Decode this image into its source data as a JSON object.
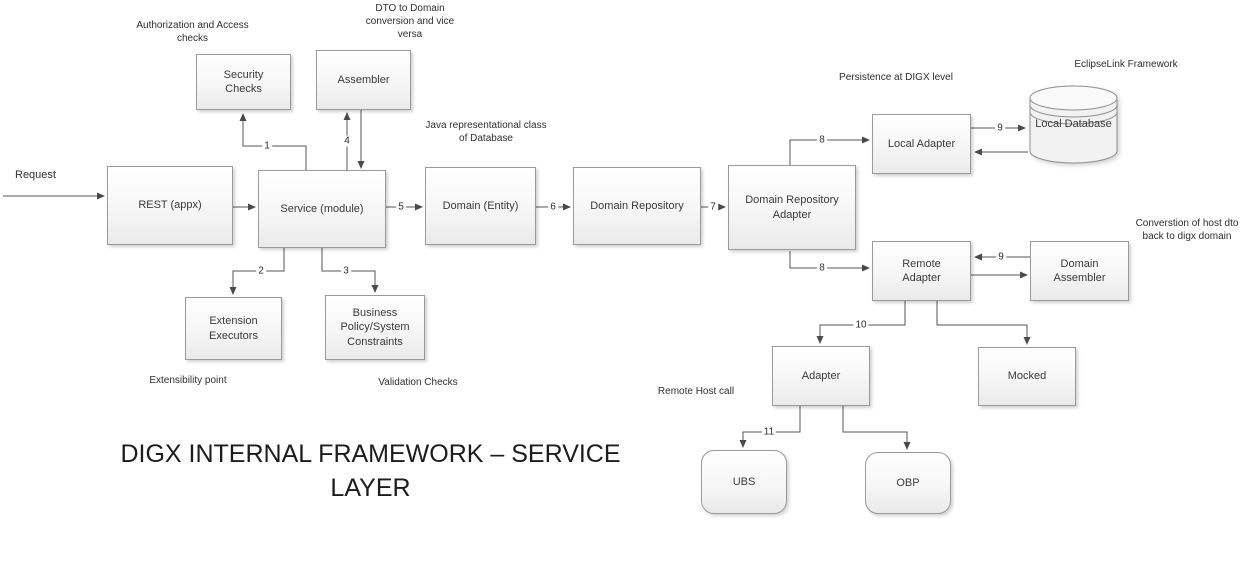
{
  "title": "DIGX INTERNAL FRAMEWORK – SERVICE LAYER",
  "request_label": "Request",
  "nodes": {
    "rest": {
      "label": "REST (appx)"
    },
    "service": {
      "label": "Service (module)"
    },
    "security_checks": {
      "label": "Security Checks"
    },
    "assembler": {
      "label": "Assembler"
    },
    "extension_executors": {
      "label": "Extension Executors"
    },
    "business_policy": {
      "label": "Business Policy/System Constraints"
    },
    "domain_entity": {
      "label": "Domain (Entity)"
    },
    "domain_repository": {
      "label": "Domain Repository"
    },
    "domain_repository_adapter": {
      "label": "Domain Repository Adapter"
    },
    "local_adapter": {
      "label": "Local Adapter"
    },
    "local_database": {
      "label": "Local Database"
    },
    "remote_adapter": {
      "label": "Remote Adapter"
    },
    "domain_assembler": {
      "label": "Domain Assembler"
    },
    "adapter": {
      "label": "Adapter"
    },
    "mocked": {
      "label": "Mocked"
    },
    "ubs": {
      "label": "UBS"
    },
    "obp": {
      "label": "OBP"
    }
  },
  "annotations": {
    "authorization": "Authorization and Access checks",
    "dto_conversion": "DTO to Domain conversion and vice versa",
    "java_representation": "Java representational class of Database",
    "persistence": "Persistence at DIGX level",
    "eclipselink": "EclipseLink Framework",
    "host_dto_conversion": "Converstion of host dto back to digx domain",
    "extensibility": "Extensibility point",
    "validation": "Validation Checks",
    "remote_host": "Remote Host call"
  },
  "edge_labels": {
    "n1": "1",
    "n2": "2",
    "n3": "3",
    "n4": "4",
    "n5": "5",
    "n6": "6",
    "n7": "7",
    "n8a": "8",
    "n8b": "8",
    "n9a": "9",
    "n9b": "9",
    "n10": "10",
    "n11": "11"
  }
}
